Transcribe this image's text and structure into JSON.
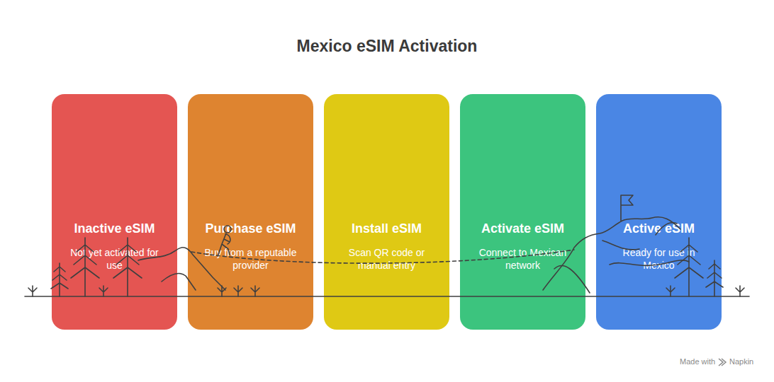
{
  "diagram": {
    "title": "Mexico eSIM Activation",
    "nodes": [
      {
        "text": [
          "Inactive eSIM",
          "Not yet activated for use"
        ]
      },
      {
        "text": [
          "Purchase eSIM",
          "Buy from a reputable provider"
        ]
      },
      {
        "text": [
          "Install eSIM",
          "Scan QR code or manual entry"
        ]
      },
      {
        "text": [
          "Activate eSIM",
          "Connect to Mexican network"
        ]
      },
      {
        "text": [
          "Active eSIM",
          "Ready for use in Mexico"
        ]
      }
    ],
    "labels": [
      "Made with",
      "Napkin"
    ]
  }
}
